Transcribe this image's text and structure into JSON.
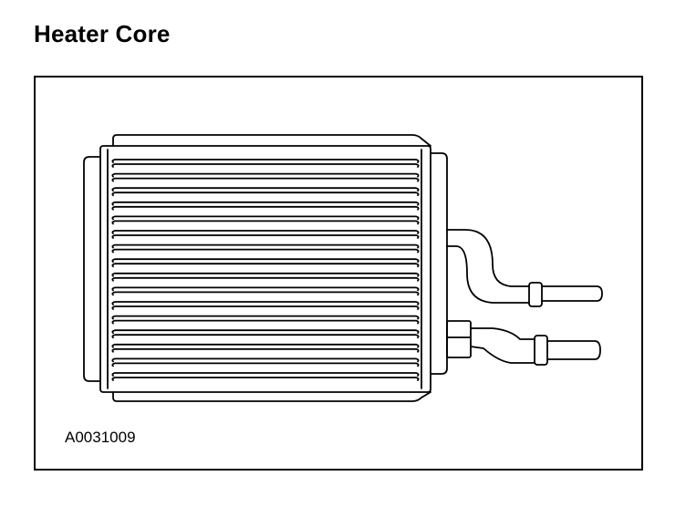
{
  "page": {
    "title": "Heater Core",
    "figure_id": "A0031009"
  },
  "illustration": {
    "subject": "Heater Core",
    "colors": {
      "line": "#000000",
      "background": "#ffffff"
    },
    "parts": [
      "core",
      "left-tank",
      "right-tank",
      "inlet-tube",
      "outlet-tube",
      "tube-bracket"
    ],
    "fin_count": 16
  }
}
